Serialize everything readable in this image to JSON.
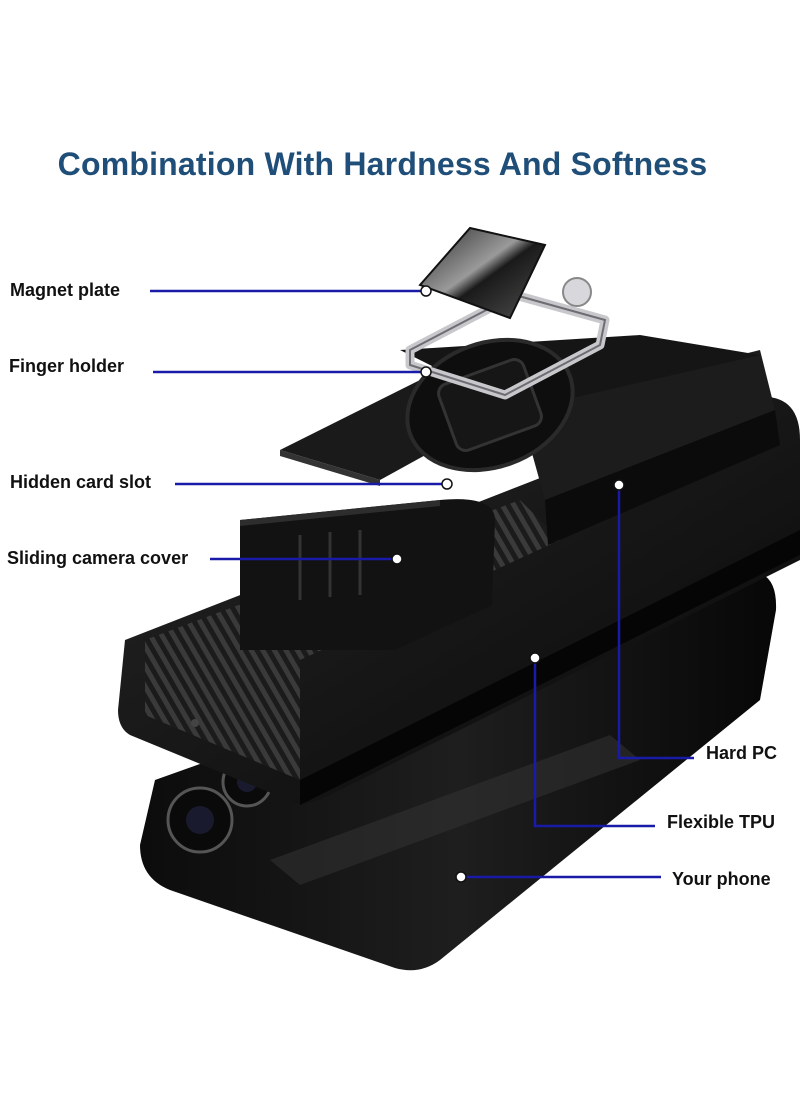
{
  "title": "Combination With Hardness And Softness",
  "labels": {
    "magnet_plate": "Magnet plate",
    "finger_holder": "Finger holder",
    "hidden_card_slot": "Hidden card slot",
    "sliding_camera_cover": "Sliding camera cover",
    "hard_pc": "Hard PC",
    "flexible_tpu": "Flexible TPU",
    "your_phone": "Your phone"
  },
  "colors": {
    "title": "#1f4e79",
    "leader_line": "#1a1aa8",
    "case_black": "#111111",
    "ring_silver": "#c8c8cc"
  }
}
